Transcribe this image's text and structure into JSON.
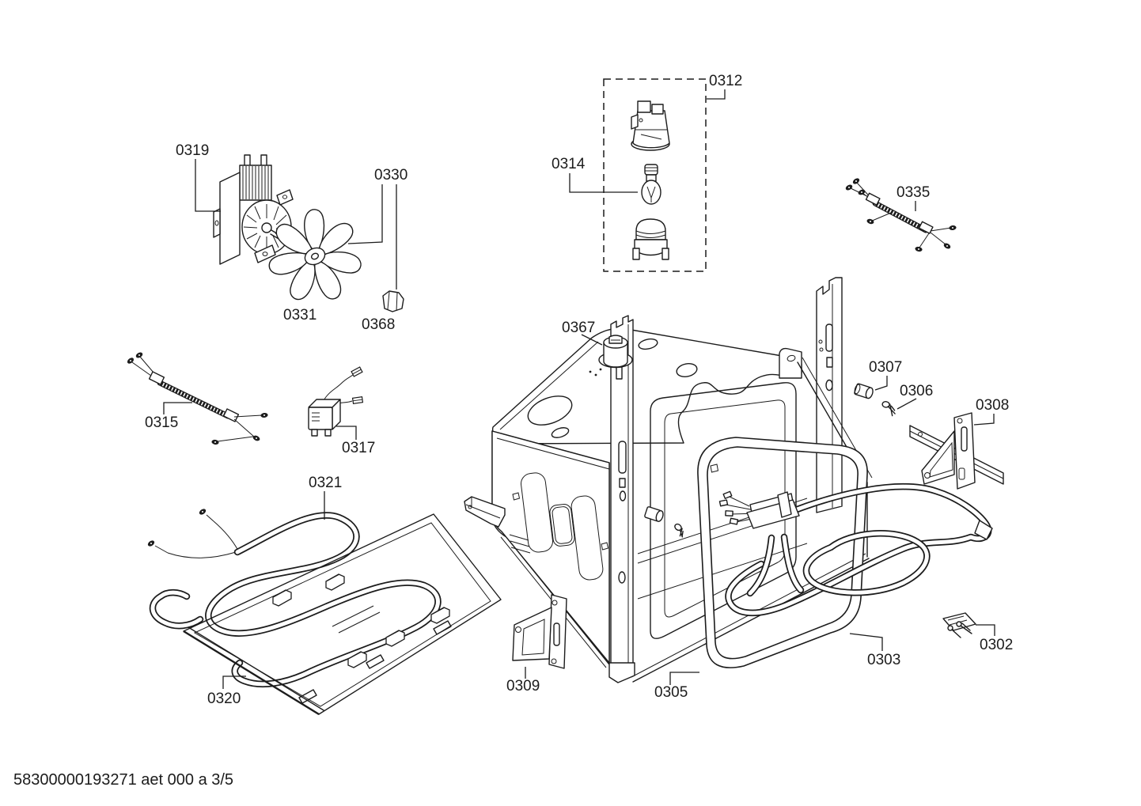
{
  "document": {
    "kind": "appliance exploded parts diagram",
    "footer": "58300000193271 aet 000 a 3/5"
  },
  "colors": {
    "line": "#1c1c1c",
    "background": "#ffffff"
  },
  "parts": [
    {
      "label": "0319"
    },
    {
      "label": "0330"
    },
    {
      "label": "0331"
    },
    {
      "label": "0368"
    },
    {
      "label": "0312"
    },
    {
      "label": "0314"
    },
    {
      "label": "0335"
    },
    {
      "label": "0367"
    },
    {
      "label": "0307"
    },
    {
      "label": "0306"
    },
    {
      "label": "0308"
    },
    {
      "label": "0315"
    },
    {
      "label": "0317"
    },
    {
      "label": "0321"
    },
    {
      "label": "0320"
    },
    {
      "label": "0309"
    },
    {
      "label": "0305"
    },
    {
      "label": "0303"
    },
    {
      "label": "0302"
    }
  ]
}
